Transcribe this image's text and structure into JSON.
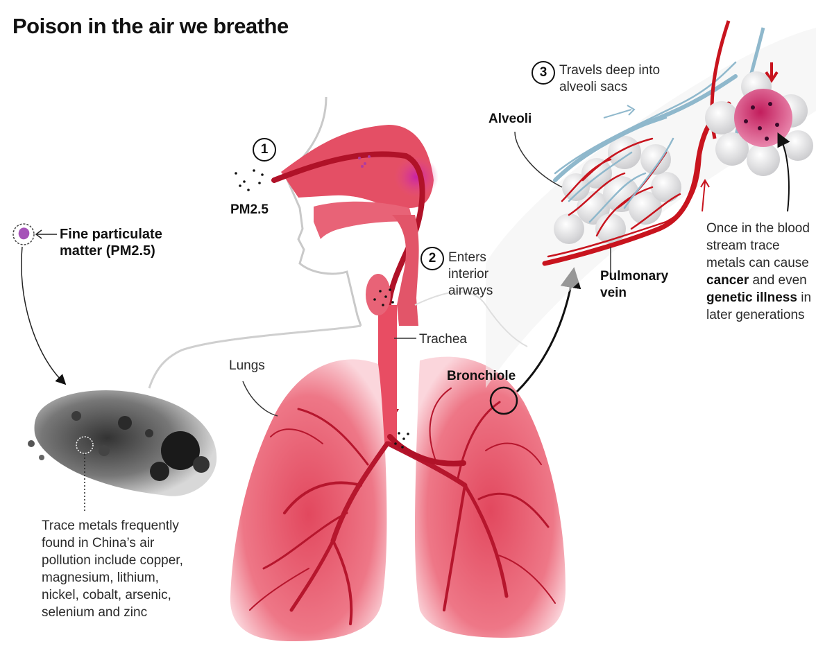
{
  "title": "Poison in the air we breathe",
  "steps": [
    {
      "number": "1"
    },
    {
      "number": "2",
      "text": [
        "Enters",
        "interior",
        "airways"
      ]
    },
    {
      "number": "3",
      "text": [
        "Travels deep into",
        "alveoli sacs"
      ]
    }
  ],
  "labels": {
    "pm25": "PM2.5",
    "fine_pm": [
      "Fine particulate",
      "matter (PM2.5)"
    ],
    "trachea": "Trachea",
    "lungs": "Lungs",
    "bronchiole": "Bronchiole",
    "alveoli": "Alveoli",
    "pulmonary_vein": [
      "Pulmonary",
      "vein"
    ],
    "trace_metals": [
      "Trace metals frequently",
      "found in China’s air",
      "pollution include copper,",
      "magnesium, lithium,",
      "nickel, cobalt, arsenic,",
      "selenium and zinc"
    ],
    "blood": {
      "line1": "Once in the blood",
      "line2": "stream trace",
      "line3": "metals can cause",
      "cancer": "cancer",
      "and_even": " and even",
      "genetic": "genetic illness",
      "in": " in",
      "line6": "later generations"
    }
  },
  "colors": {
    "lung_red": "#d8384f",
    "lung_pink": "#f08a98",
    "vein_blue": "#8fb8cc",
    "artery_red": "#c8141e",
    "particle_purple": "#b03aa0"
  }
}
